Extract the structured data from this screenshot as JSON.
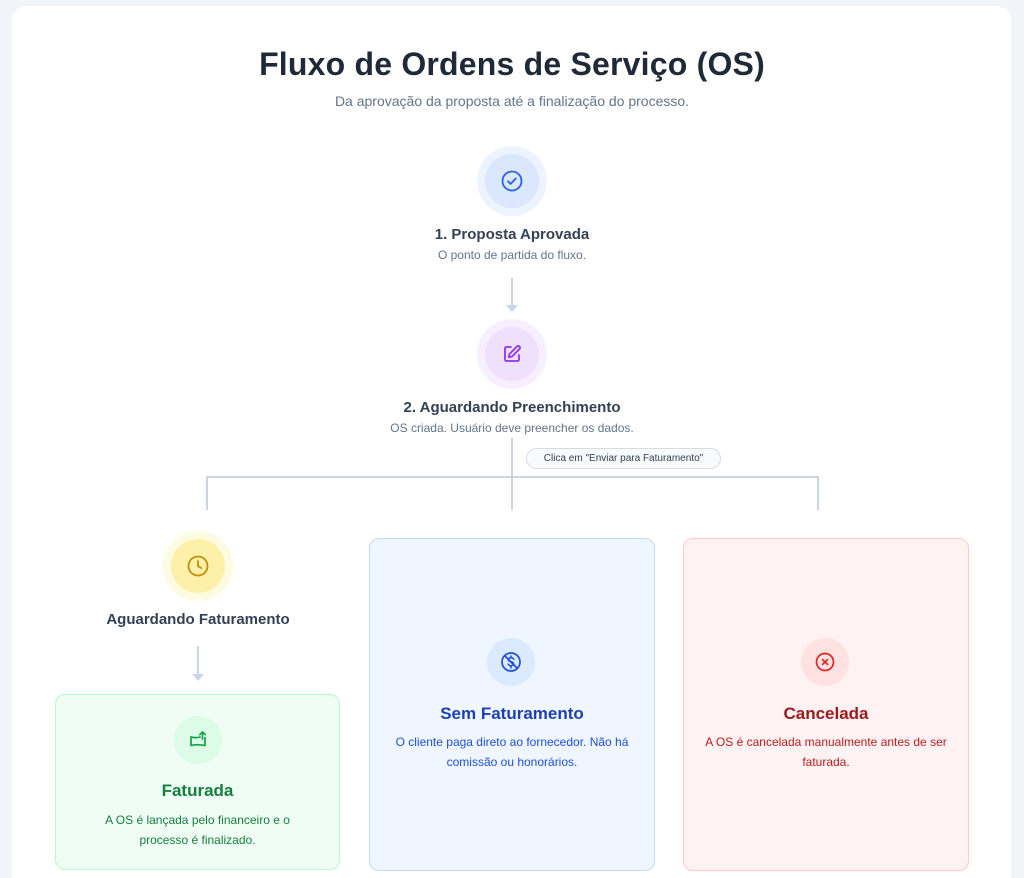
{
  "header": {
    "title": "Fluxo de Ordens de Serviço (OS)",
    "subtitle": "Da aprovação da proposta até a finalização do processo."
  },
  "steps": [
    {
      "title": "1. Proposta Aprovada",
      "description": "O ponto de partida do fluxo.",
      "icon": "check-circle-icon",
      "color": "#2563eb"
    },
    {
      "title": "2. Aguardando Preenchimento",
      "description": "OS criada. Usuário deve preencher os dados.",
      "icon": "edit-icon",
      "color": "#9333ea"
    }
  ],
  "branch_label": "Clica em \"Enviar para Faturamento\"",
  "waiting": {
    "title": "Aguardando Faturamento",
    "icon": "clock-icon",
    "color": "#ca8a04"
  },
  "outcomes": [
    {
      "title": "Faturada",
      "description": "A OS é lançada pelo financeiro e o processo é finalizado.",
      "icon": "money-transfer-icon",
      "color": "#15803d"
    },
    {
      "title": "Sem Faturamento",
      "description": "O cliente paga direto ao fornecedor. Não há comissão ou honorários.",
      "icon": "no-dollar-icon",
      "color": "#1d4ed8"
    },
    {
      "title": "Cancelada",
      "description": "A OS é cancelada manualmente antes de ser faturada.",
      "icon": "x-circle-icon",
      "color": "#b91c1c"
    }
  ]
}
